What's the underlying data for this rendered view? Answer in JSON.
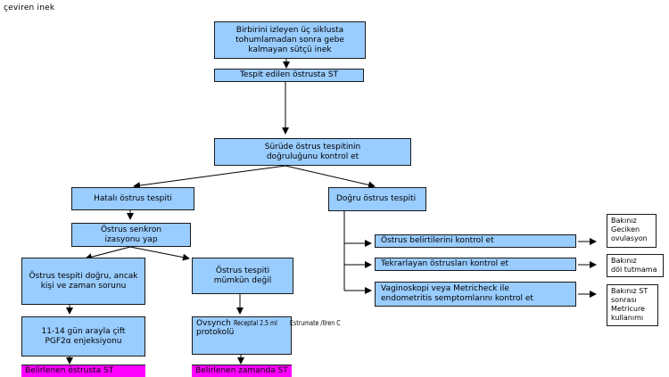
{
  "title": "çeviren inek",
  "boxes": {
    "b1": "Birbirini izleyen üç siklusta\ntohumlamadan sonra gebe\nkalmayan sütçü inek",
    "b2": "Tespit edilen östrusta ST",
    "b3": "Sürüde östrus tespitinin\ndoğruluğunu kontrol et",
    "b4": "Hatalı östrus tespiti",
    "b5": "Doğru östrus tespiti",
    "b6": "Östrus senkron\nizasyonu yap",
    "b7": "Östrus tespiti doğru, ancak\nkişi ve zaman sorunu",
    "b8": "Östrus tespiti\nmümkün değil",
    "b9": "11-14 gün arayla çift\nPGF2α enjeksiyonu",
    "b10_line1": "Ovsynch protokolü",
    "b10_line2": "Receptal 2.5 ml",
    "b10_line3": "Estrumate /Ilren C",
    "b11": "Östrus belirtilerini kontrol et",
    "b12": "Tekrarlayan östrusları kontrol et",
    "b13": "Vaginoskopi veya Metricheck ile\nendometritis semptomlarını kontrol et"
  },
  "pink": {
    "p1": "Belirlenen östrusta ST",
    "p2": "Belirlenen zamanda ST"
  },
  "refs": {
    "r1": "Bakınız\nGeciken\novulasyon",
    "r2": "Bakınız\ndöl tutmama",
    "r3": "Bakınız ST\nsonrası\nMetricure\nkullanımı"
  }
}
